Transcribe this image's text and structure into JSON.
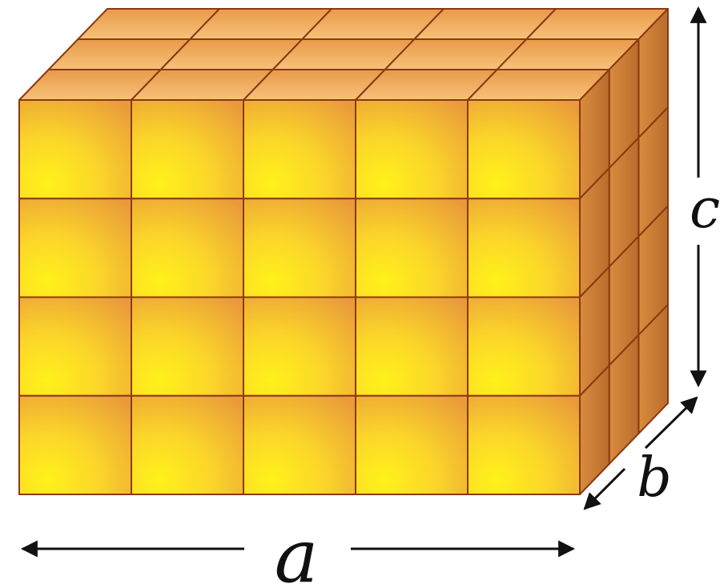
{
  "diagram": {
    "type": "rectangular-prism-of-unit-cubes",
    "grid": {
      "cubes_along_a": 5,
      "cubes_along_b": 3,
      "cubes_along_c": 4
    },
    "labels": {
      "a": "a",
      "b": "b",
      "c": "c"
    },
    "colors": {
      "front_light": "#fff21a",
      "front_dark": "#e99b3a",
      "top_light": "#f6c27a",
      "top_dark": "#e99a48",
      "side_light": "#d98b3e",
      "side_dark": "#b96d2c",
      "edge": "#8a3a12",
      "arrow": "#111111"
    }
  }
}
